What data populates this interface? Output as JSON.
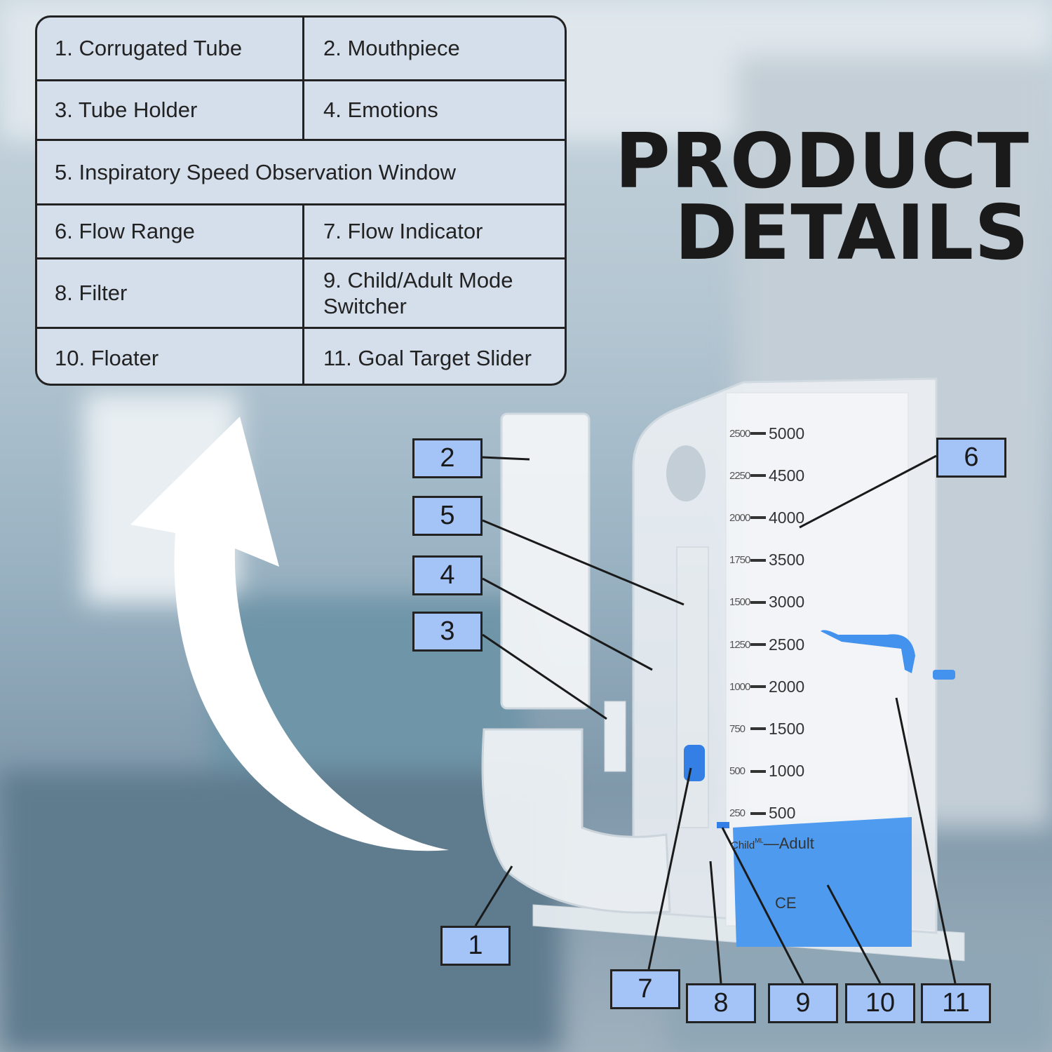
{
  "title": {
    "line1": "PRODUCT",
    "line2": "DETAILS"
  },
  "legend": [
    [
      "1. Corrugated Tube",
      "2. Mouthpiece"
    ],
    [
      "3. Tube Holder",
      "4. Emotions"
    ],
    [
      "5. Inspiratory Speed Observation Window"
    ],
    [
      "6. Flow Range",
      "7. Flow Indicator"
    ],
    [
      "8. Filter",
      "9. Child/Adult Mode Switcher"
    ],
    [
      "10. Floater",
      "11. Goal Target Slider"
    ]
  ],
  "scale": {
    "child": [
      "2500",
      "2250",
      "2000",
      "1750",
      "1500",
      "1250",
      "1000",
      "750",
      "500",
      "250"
    ],
    "adult": [
      "5000",
      "4500",
      "4000",
      "3500",
      "3000",
      "2500",
      "2000",
      "1500",
      "1000",
      "500"
    ],
    "mode_child": "Child",
    "unit": "ML",
    "mode_adult": "Adult",
    "mark": "CE"
  },
  "labels": [
    "1",
    "2",
    "3",
    "4",
    "5",
    "6",
    "7",
    "8",
    "9",
    "10",
    "11"
  ],
  "colors": {
    "label_fill": "#a4c3f7",
    "accent_blue": "#3d8ff0",
    "table_fill": "#d5dfec"
  }
}
